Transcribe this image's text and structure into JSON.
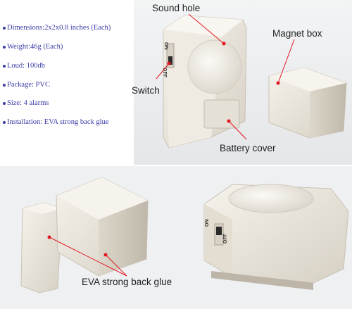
{
  "specs": [
    "Dimensions:2x2x0.8 inches (Each)",
    "Weight:46g (Each)",
    "Loud: 100db",
    "Package: PVC",
    "Size: 4 alarms",
    "Installation: EVA strong back glue"
  ],
  "callouts": {
    "sound_hole": "Sound hole",
    "magnet_box": "Magnet box",
    "switch": "Switch",
    "battery_cover": "Battery cover",
    "eva_glue": "EVA strong back glue"
  },
  "switch_labels": {
    "on": "ON",
    "off": "OFF"
  },
  "colors": {
    "spec_text": "#3a3aa8",
    "pointer_line": "#e2171f",
    "device_body": "#eeeae1",
    "device_shadow": "#cfc8ba"
  }
}
